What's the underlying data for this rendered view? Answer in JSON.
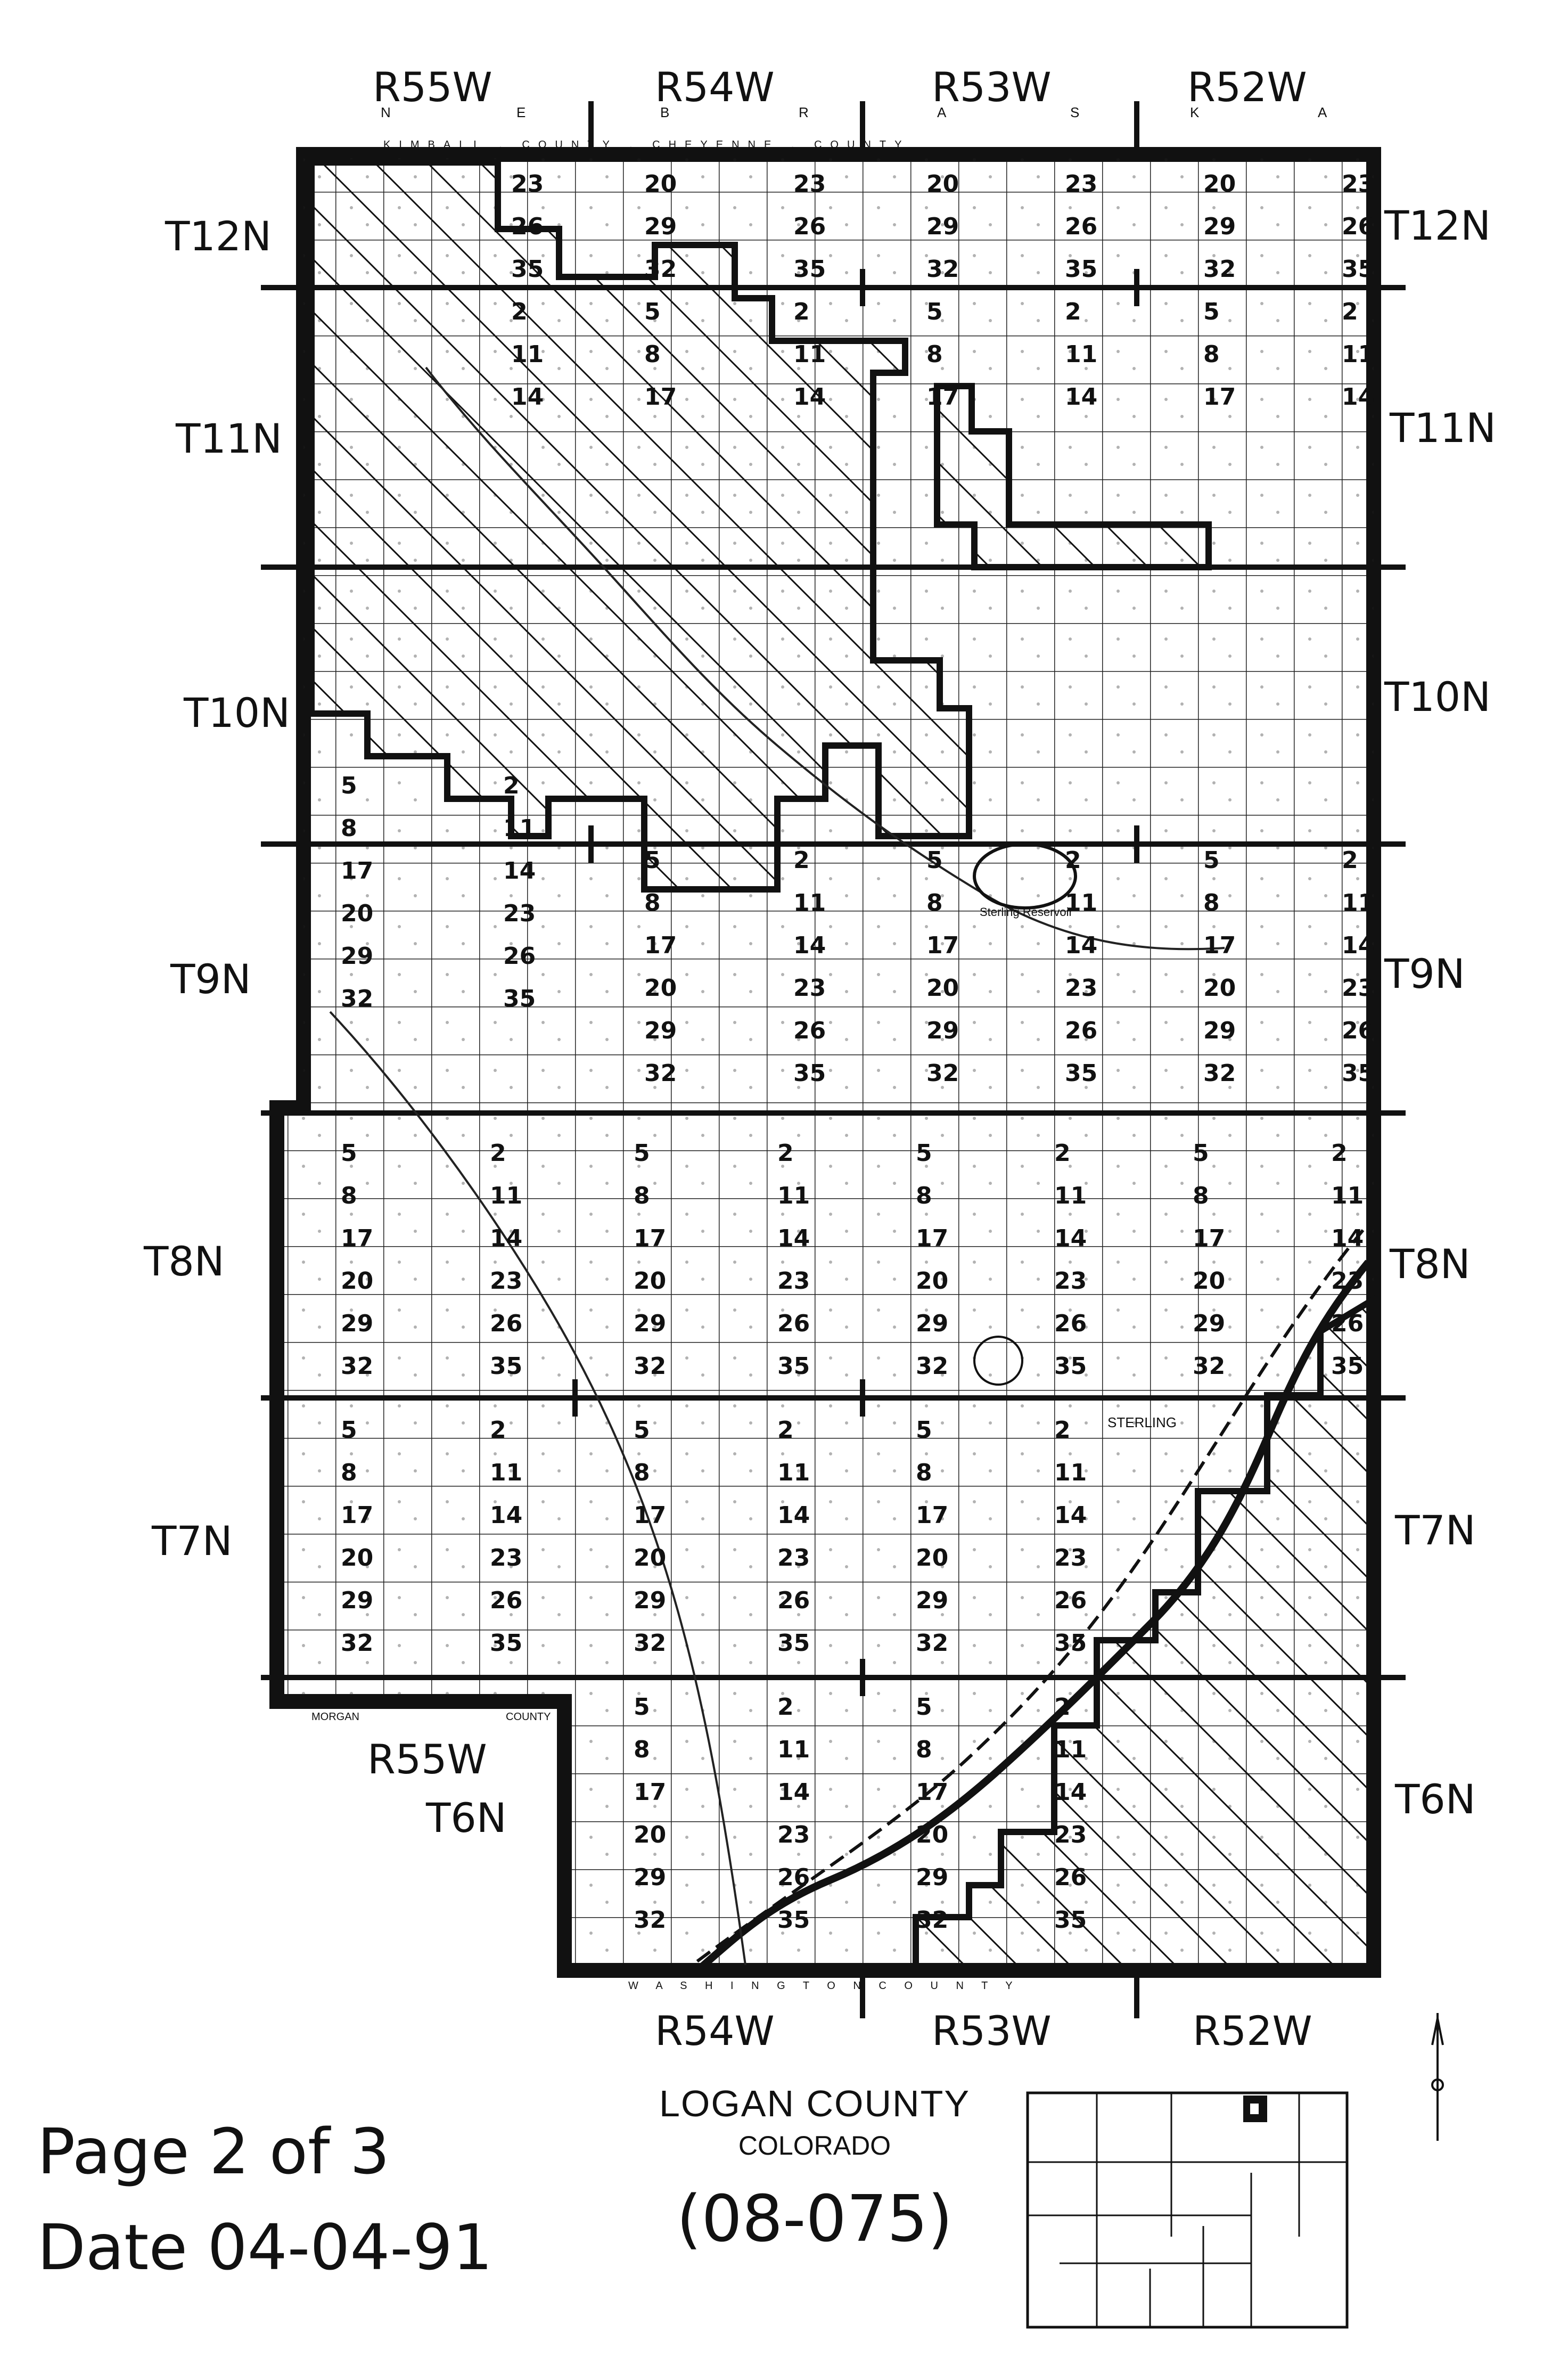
{
  "map": {
    "county": "LOGAN COUNTY",
    "state": "COLORADO",
    "fips": "(08-075)",
    "page": "Page 2 of 3",
    "date": "Date 04-04-91",
    "border_labels": {
      "top": [
        "N",
        "E",
        "B",
        "R",
        "A",
        "S",
        "K",
        "A"
      ],
      "top_dotted": "KIMBALL . COUNTY . CHEYENNE . COUNTY",
      "bottom": "W A S H I N G T O N    C O U N T Y",
      "morgan": "MORGAN",
      "county": "COUNTY"
    },
    "ranges_top": [
      "R55W",
      "R54W",
      "R53W",
      "R52W"
    ],
    "ranges_bottom": [
      "R54W",
      "R53W",
      "R52W"
    ],
    "range_left_lower": "R55W",
    "townships": [
      "T12N",
      "T11N",
      "T10N",
      "T9N",
      "T8N",
      "T7N",
      "T6N"
    ],
    "place_labels": [
      "STERLING",
      "Sterling Reservoir"
    ],
    "section_rows": [
      [
        "23",
        "20",
        "23",
        "20",
        "23",
        "20",
        "23"
      ],
      [
        "26",
        "29",
        "26",
        "29",
        "26",
        "29",
        "26"
      ],
      [
        "35",
        "32",
        "35",
        "32",
        "35",
        "32",
        "35"
      ],
      [
        "2",
        "5",
        "2",
        "5",
        "2",
        "5",
        "2"
      ],
      [
        "11",
        "8",
        "11",
        "8",
        "11",
        "8",
        "11"
      ],
      [
        "14",
        "17",
        "14",
        "17",
        "14",
        "17",
        "14"
      ]
    ],
    "section_column_values": {
      "col_a": [
        "5",
        "8",
        "17",
        "20",
        "29",
        "32"
      ],
      "col_b": [
        "2",
        "11",
        "14",
        "23",
        "26",
        "35"
      ]
    }
  }
}
